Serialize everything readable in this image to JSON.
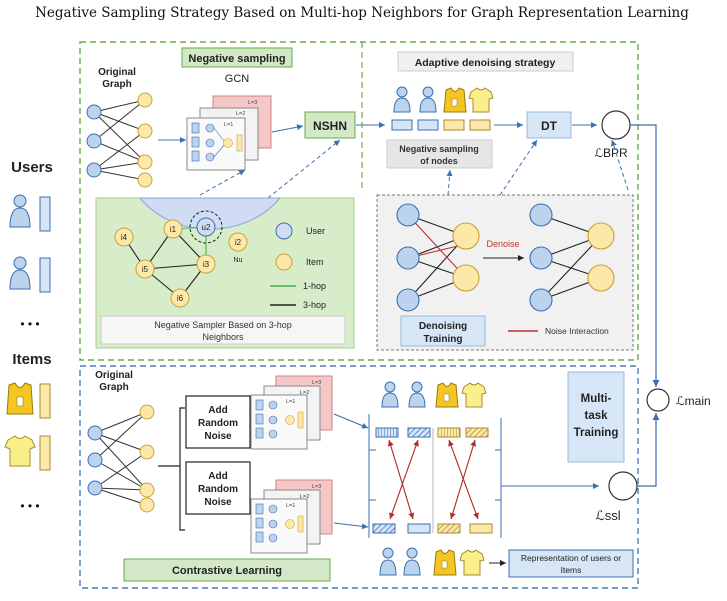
{
  "title": "Negative Sampling Strategy Based on Multi-hop Neighbors for Graph Representation Learning",
  "left": {
    "users": "Users",
    "items": "Items",
    "dots": "• • •"
  },
  "top": {
    "original_graph": [
      "Original",
      "Graph"
    ],
    "neg_sampling": "Negative sampling",
    "gcn": "GCN",
    "layers": [
      "L=3",
      "L=2",
      "L=1"
    ],
    "nshn": "NSHN",
    "adaptive": "Adaptive denoising strategy",
    "neg_nodes": [
      "Negative sampling",
      "of nodes"
    ],
    "dt": "DT",
    "loss_bpr": "ℒBPR"
  },
  "sampler": {
    "nodes": [
      "i4",
      "i1",
      "u2",
      "i2",
      "i5",
      "i3",
      "i6"
    ],
    "nu": "Nu",
    "legend": [
      "User",
      "Item",
      "1-hop",
      "3-hop"
    ],
    "caption": [
      "Negative Sampler Based on 3-hop",
      "Neighbors"
    ]
  },
  "denoise": {
    "label": "Denoise",
    "box": [
      "Denoising",
      "Training"
    ],
    "noise": "Noise Interaction"
  },
  "bottom": {
    "original_graph": [
      "Original",
      "Graph"
    ],
    "noise1": [
      "Add",
      "Random",
      "Noise"
    ],
    "noise2": [
      "Add",
      "Random",
      "Noise"
    ],
    "layers1": [
      "L=3",
      "L=2",
      "L=1"
    ],
    "layers2": [
      "L=3",
      "L=2",
      "L=1"
    ],
    "multitask": [
      "Multi-",
      "task",
      "Training"
    ],
    "loss_ssl": "ℒssl",
    "loss_main": "ℒmain",
    "contrastive": "Contrastive Learning",
    "repr": [
      "Representation of users or",
      "Items"
    ]
  },
  "colors": {
    "green_border": "#6aaa4a",
    "blue_border": "#4a7ab8",
    "user_fill": "#bcd3ee",
    "item_fill": "#fce8a8",
    "label_green": "#d3e8c6",
    "label_blue": "#d6e6f7",
    "red": "#c03030",
    "pink": "#f6c7c7"
  }
}
